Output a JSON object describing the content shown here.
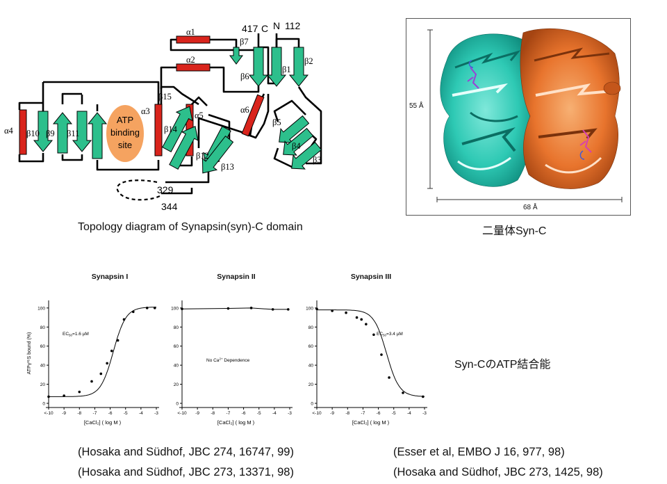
{
  "topology": {
    "caption": "Topology diagram of Synapsin(syn)-C domain",
    "atp_site": [
      "ATP",
      "binding",
      "site"
    ],
    "termini": {
      "c_num": "417",
      "c": "C",
      "n": "N",
      "n_num": "112"
    },
    "loop_start": "329",
    "loop_end": "344",
    "labels": {
      "a1": "α1",
      "a2": "α2",
      "a3": "α3",
      "a4": "α4",
      "a5": "α5",
      "a6": "α6",
      "b1": "β1",
      "b2": "β2",
      "b3": "β3",
      "b4": "β4",
      "b5": "β5",
      "b6": "β6",
      "b7": "β7",
      "b9": "β9",
      "b10": "β10",
      "b11": "β11",
      "b12": "β12",
      "b13": "β13",
      "b14": "β14",
      "b15": "β15"
    },
    "colors": {
      "helix": "#d9241c",
      "strand": "#2dbf8c",
      "site": "#f5a360"
    }
  },
  "structure": {
    "caption": "二量体Syn-C",
    "height_label": "55 Å",
    "width_label": "68 Å",
    "colors": {
      "chain_a": "#2ec9b4",
      "chain_b": "#e8742d"
    }
  },
  "binding": {
    "caption": "Syn-CのATP結合能",
    "panels": [
      {
        "title": "Synapsin I",
        "annotation_pre": "EC",
        "annotation_sub": "50",
        "annotation_post": "=1.6 µM"
      },
      {
        "title": "Synapsin II",
        "annotation_pre": "No Ca",
        "annotation_sup": "2+",
        "annotation_post": " Dependence"
      },
      {
        "title": "Synapsin III",
        "annotation_pre": "EC",
        "annotation_sub": "50",
        "annotation_post": "=3.4 µM"
      }
    ],
    "ylabel": "ATPγ³⁵S bound (%)",
    "xlabel": "[CaCl₂] ( log M )",
    "y_ticks": [
      "100",
      "80",
      "60",
      "40",
      "20",
      "0"
    ],
    "x_ticks": [
      "<-10",
      "-9",
      "-8",
      "-7",
      "-6",
      "-5",
      "-4",
      "-3"
    ]
  },
  "chart_data": [
    {
      "type": "scatter",
      "title": "Synapsin I",
      "xlabel": "[CaCl₂] ( log M )",
      "ylabel": "ATPγ³⁵S bound (%)",
      "xlim": [
        -10,
        -3
      ],
      "ylim": [
        0,
        105
      ],
      "x": [
        -10,
        -9,
        -8,
        -7.2,
        -6.6,
        -6.2,
        -5.9,
        -5.5,
        -5.1,
        -4.5,
        -3.6,
        -3.1
      ],
      "y": [
        7,
        8,
        12,
        23,
        31,
        42,
        55,
        66,
        88,
        96,
        100,
        100
      ],
      "fit_ec50_log": -5.8
    },
    {
      "type": "scatter",
      "title": "Synapsin II",
      "xlabel": "[CaCl₂] ( log M )",
      "ylabel": "",
      "xlim": [
        -10,
        -3
      ],
      "ylim": [
        0,
        105
      ],
      "x": [
        -10,
        -7,
        -5.5,
        -4.1,
        -3.1
      ],
      "y": [
        99,
        99.5,
        100,
        98.5,
        98.5
      ]
    },
    {
      "type": "scatter",
      "title": "Synapsin III",
      "xlabel": "[CaCl₂] ( log M )",
      "ylabel": "",
      "xlim": [
        -10,
        -3
      ],
      "ylim": [
        0,
        105
      ],
      "x": [
        -10,
        -9,
        -8.1,
        -7.4,
        -7.1,
        -6.8,
        -6.3,
        -5.8,
        -5.3,
        -4.4,
        -3.1
      ],
      "y": [
        99,
        97,
        95,
        90,
        88,
        83,
        72,
        51,
        27,
        11,
        7
      ],
      "fit_ec50_log": -5.47
    }
  ],
  "references": {
    "left": [
      "(Hosaka and Südhof, JBC 274, 16747, 99)",
      "(Hosaka and Südhof, JBC 273, 13371, 98)"
    ],
    "right": [
      "(Esser et al, EMBO J 16, 977, 98)",
      "(Hosaka and Südhof, JBC 273, 1425, 98)"
    ]
  }
}
